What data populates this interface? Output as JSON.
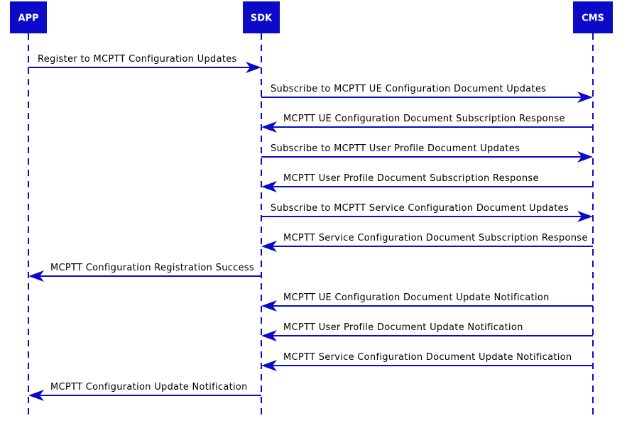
{
  "participants": [
    {
      "id": "app",
      "label": "APP"
    },
    {
      "id": "sdk",
      "label": "SDK"
    },
    {
      "id": "cms",
      "label": "CMS"
    }
  ],
  "messages": [
    {
      "from": "app",
      "to": "sdk",
      "label": "Register to MCPTT Configuration Updates"
    },
    {
      "from": "sdk",
      "to": "cms",
      "label": "Subscribe to MCPTT UE Configuration Document Updates"
    },
    {
      "from": "cms",
      "to": "sdk",
      "label": "MCPTT UE Configuration Document Subscription Response"
    },
    {
      "from": "sdk",
      "to": "cms",
      "label": "Subscribe to MCPTT User Profile Document Updates"
    },
    {
      "from": "cms",
      "to": "sdk",
      "label": "MCPTT User Profile Document Subscription Response"
    },
    {
      "from": "sdk",
      "to": "cms",
      "label": "Subscribe to MCPTT Service Configuration Document Updates"
    },
    {
      "from": "cms",
      "to": "sdk",
      "label": "MCPTT Service Configuration Document Subscription Response"
    },
    {
      "from": "sdk",
      "to": "app",
      "label": "MCPTT Configuration Registration Success"
    },
    {
      "from": "cms",
      "to": "sdk",
      "label": "MCPTT UE Configuration Document Update Notification"
    },
    {
      "from": "cms",
      "to": "sdk",
      "label": "MCPTT User Profile Document Update Notification"
    },
    {
      "from": "cms",
      "to": "sdk",
      "label": "MCPTT Service Configuration Document Update Notification"
    },
    {
      "from": "sdk",
      "to": "app",
      "label": "MCPTT Configuration Update Notification"
    }
  ],
  "colors": {
    "accent": "#0a0ac8",
    "participant_text": "#ffffff",
    "message_text": "#000000"
  }
}
